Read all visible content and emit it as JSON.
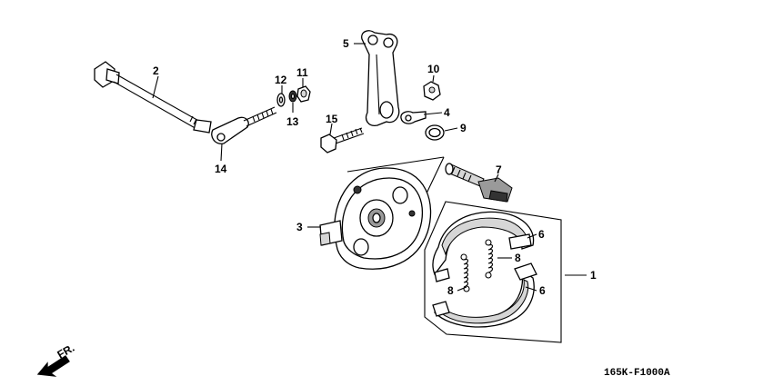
{
  "diagram_code": "165K-F1000A",
  "front_arrow_label": "FR.",
  "callouts": [
    {
      "id": "c1",
      "label": "1"
    },
    {
      "id": "c2",
      "label": "2"
    },
    {
      "id": "c3",
      "label": "3"
    },
    {
      "id": "c4",
      "label": "4"
    },
    {
      "id": "c5",
      "label": "5"
    },
    {
      "id": "c6a",
      "label": "6"
    },
    {
      "id": "c6b",
      "label": "6"
    },
    {
      "id": "c7",
      "label": "7"
    },
    {
      "id": "c8a",
      "label": "8"
    },
    {
      "id": "c8b",
      "label": "8"
    },
    {
      "id": "c9",
      "label": "9"
    },
    {
      "id": "c10",
      "label": "10"
    },
    {
      "id": "c11",
      "label": "11"
    },
    {
      "id": "c12",
      "label": "12"
    },
    {
      "id": "c13",
      "label": "13"
    },
    {
      "id": "c14",
      "label": "14"
    },
    {
      "id": "c15",
      "label": "15"
    }
  ]
}
